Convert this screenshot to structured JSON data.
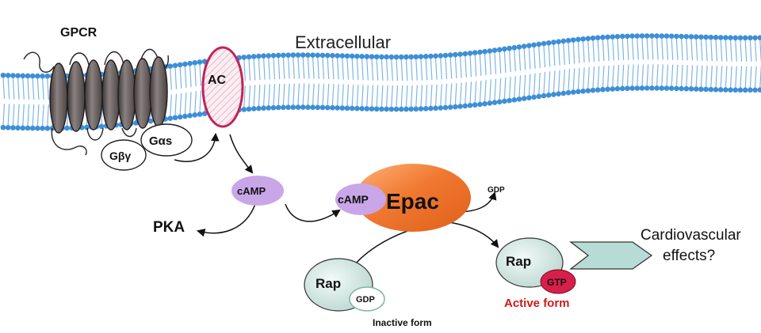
{
  "labels": {
    "gpcr": "GPCR",
    "extracellular": "Extracellular",
    "ac": "AC",
    "gas": "Gαs",
    "gbg": "Gβγ",
    "camp": "cAMP",
    "camp_bound": "cAMP",
    "epac": "Epac",
    "pka": "PKA",
    "gdp_released": "GDP",
    "rap_inactive": "Rap",
    "gdp_bound": "GDP",
    "inactive_form": "Inactive form",
    "rap_active": "Rap",
    "gtp_bound": "GTP",
    "active_form": "Active form",
    "effects_line1": "Cardiovascular",
    "effects_line2": "effects?"
  },
  "colors": {
    "membrane_blue": "#3d8fd6",
    "membrane_tail": "#7fb5e6",
    "receptor_gray": "#6e6464",
    "ac_border": "#c0245a",
    "camp_purple": "#c9a6e8",
    "epac_orange": "#f07830",
    "rap_teal": "#d7ebe6",
    "gtp_red": "#d81e4a",
    "active_text": "#cc1a1a",
    "effects_arrow": "#b7dcd6"
  }
}
